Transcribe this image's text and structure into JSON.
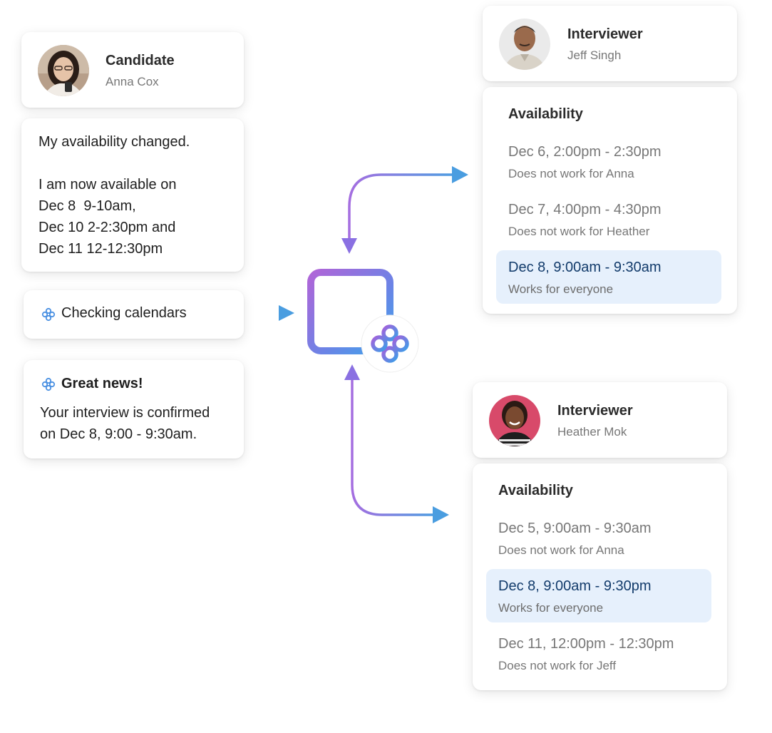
{
  "candidate": {
    "role": "Candidate",
    "name": "Anna Cox"
  },
  "candidate_message": {
    "line1": "My availability changed.",
    "line2": "I am now available on",
    "line3": "Dec 8  9-10am,",
    "line4": "Dec 10 2-2:30pm and",
    "line5": "Dec 11 12-12:30pm"
  },
  "checking": {
    "label": "Checking calendars"
  },
  "confirmation": {
    "title": "Great news!",
    "line1": "Your interview is confirmed",
    "line2": "on Dec 8, 9:00 - 9:30am."
  },
  "interviewer1": {
    "role": "Interviewer",
    "name": "Jeff Singh",
    "availability_title": "Availability",
    "slots": [
      {
        "time": "Dec 6, 2:00pm - 2:30pm",
        "note": "Does not work for Anna"
      },
      {
        "time": "Dec 7, 4:00pm - 4:30pm",
        "note": "Does not work for Heather"
      },
      {
        "time": "Dec 8, 9:00am - 9:30am",
        "note": "Works for everyone"
      }
    ]
  },
  "interviewer2": {
    "role": "Interviewer",
    "name": "Heather Mok",
    "availability_title": "Availability",
    "slots": [
      {
        "time": "Dec 5, 9:00am - 9:30am",
        "note": "Does not work for Anna"
      },
      {
        "time": "Dec 8, 9:00am - 9:30pm",
        "note": "Works for everyone"
      },
      {
        "time": "Dec 11, 12:00pm - 12:30pm",
        "note": "Does not work for Jeff"
      }
    ]
  },
  "colors": {
    "accent_blue": "#4a90e2",
    "accent_purple": "#9b6ce0",
    "highlight_bg": "#e6f0fc",
    "highlight_text": "#123b6b"
  },
  "icons": {
    "sparkle": "sparkle-icon",
    "calendar": "calendar-icon"
  }
}
